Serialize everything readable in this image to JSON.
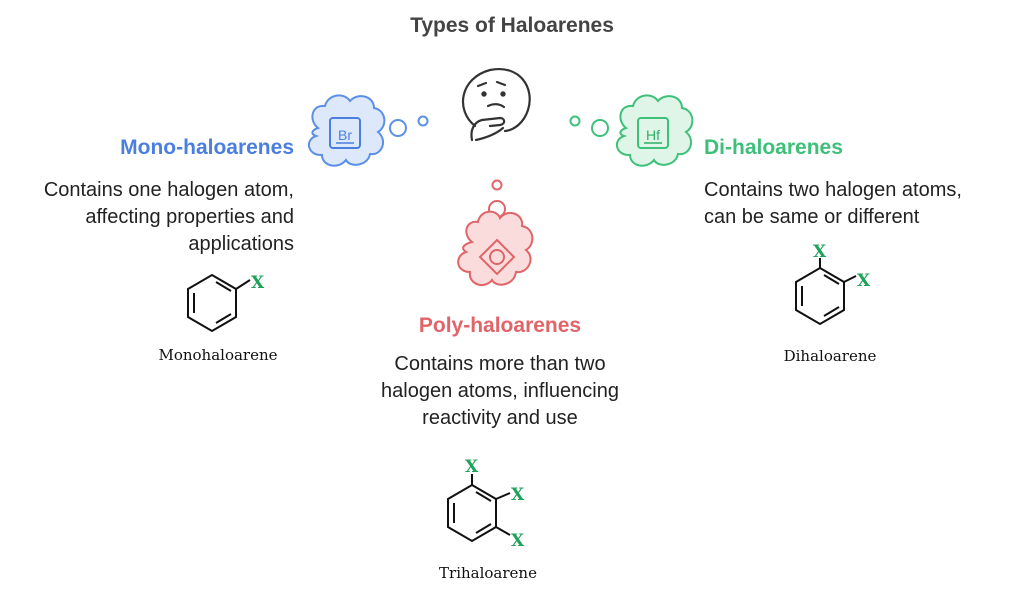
{
  "title": "Types of Haloarenes",
  "icons": {
    "center": "thinking-face-icon",
    "mono": "br-element-icon",
    "di": "hf-element-icon",
    "poly": "target-icon"
  },
  "colors": {
    "mono": "#4a7fe0",
    "di": "#3ec07a",
    "poly": "#e06468",
    "atom_label": "#1fa35a"
  },
  "mono": {
    "heading": "Mono-haloarenes",
    "desc_lines": [
      "Contains one halogen atom,",
      "affecting properties and",
      "applications"
    ],
    "icon_text": "Br",
    "structure_name": "Monohaloarene",
    "substituent": "X"
  },
  "di": {
    "heading": "Di-haloarenes",
    "desc_lines": [
      "Contains two halogen atoms,",
      "can be same or different"
    ],
    "icon_text": "Hf",
    "structure_name": "Dihaloarene",
    "substituents": [
      "X",
      "X"
    ]
  },
  "poly": {
    "heading": "Poly-haloarenes",
    "desc_lines": [
      "Contains more than two",
      "halogen atoms, influencing",
      "reactivity and use"
    ],
    "structure_name": "Trihaloarene",
    "substituents": [
      "X",
      "X",
      "X"
    ]
  }
}
